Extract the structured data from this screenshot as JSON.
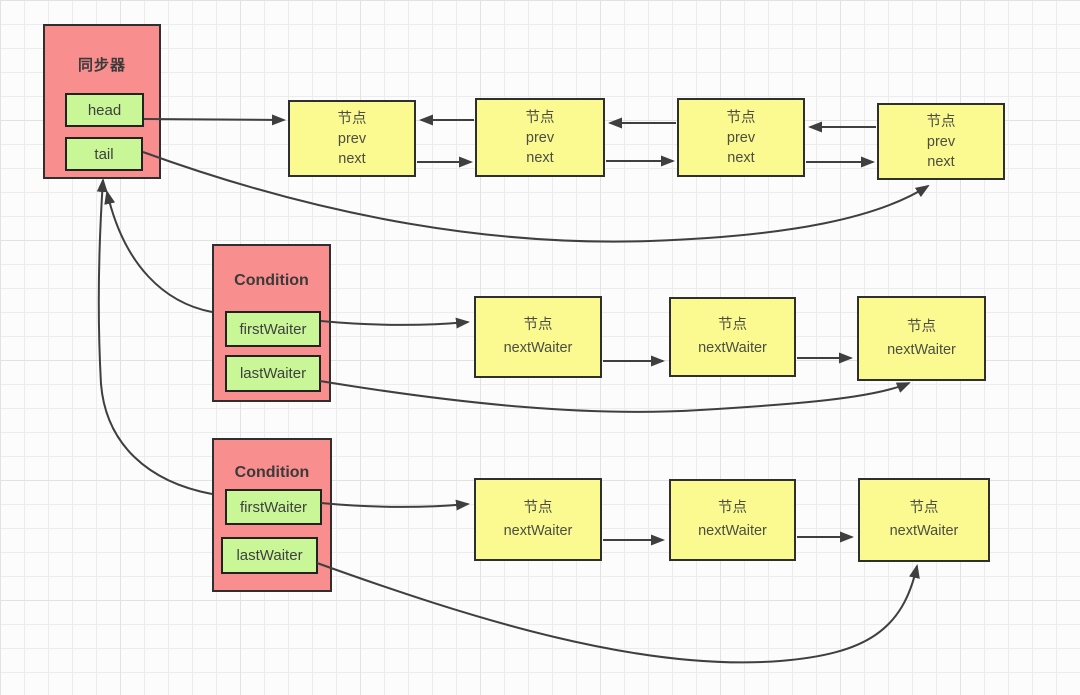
{
  "colors": {
    "background": "#fcfcfc",
    "grid_minor": "#ececec",
    "grid_major": "#e2e2e2",
    "container_fill": "#f98e8e",
    "container_border": "#2f2f2f",
    "field_fill": "#c9f797",
    "field_border": "#222222",
    "node_fill": "#fafa90",
    "node_border": "#2f2f2f",
    "arrow": "#3f3f3f"
  },
  "synchronizer": {
    "title": "同步器",
    "fields": [
      {
        "label": "head"
      },
      {
        "label": "tail"
      }
    ]
  },
  "sync_queue": {
    "nodes": [
      {
        "title": "节点",
        "line2": "prev",
        "line3": "next"
      },
      {
        "title": "节点",
        "line2": "prev",
        "line3": "next"
      },
      {
        "title": "节点",
        "line2": "prev",
        "line3": "next"
      },
      {
        "title": "节点",
        "line2": "prev",
        "line3": "next"
      }
    ]
  },
  "conditions": [
    {
      "title": "Condition",
      "fields": [
        {
          "label": "firstWaiter"
        },
        {
          "label": "lastWaiter"
        }
      ],
      "queue_nodes": [
        {
          "title": "节点",
          "line2": "nextWaiter"
        },
        {
          "title": "节点",
          "line2": "nextWaiter"
        },
        {
          "title": "节点",
          "line2": "nextWaiter"
        }
      ]
    },
    {
      "title": "Condition",
      "fields": [
        {
          "label": "firstWaiter"
        },
        {
          "label": "lastWaiter"
        }
      ],
      "queue_nodes": [
        {
          "title": "节点",
          "line2": "nextWaiter"
        },
        {
          "title": "节点",
          "line2": "nextWaiter"
        },
        {
          "title": "节点",
          "line2": "nextWaiter"
        }
      ]
    }
  ]
}
